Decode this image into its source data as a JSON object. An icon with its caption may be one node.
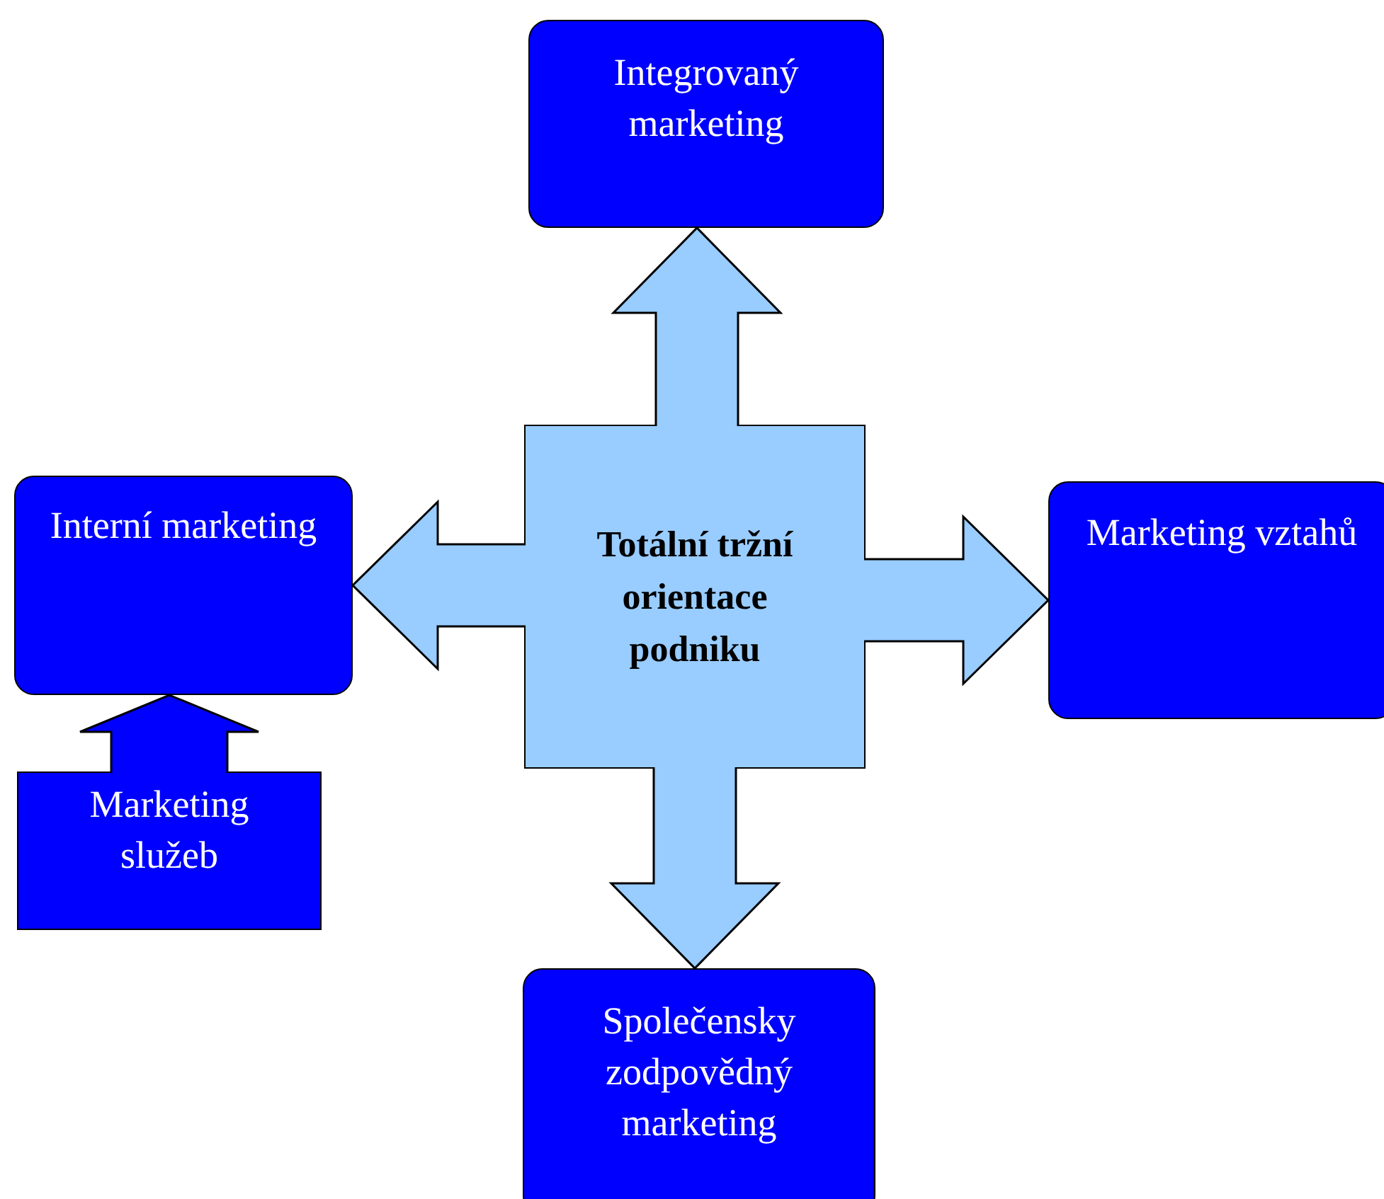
{
  "diagram": {
    "nodes": [
      {
        "text": [
          "Integrovaný marketing"
        ]
      },
      {
        "text": [
          "Interní marketing"
        ]
      },
      {
        "text": [
          "Totální tržní orientace podniku"
        ]
      },
      {
        "text": [
          "Marketing vztahů"
        ]
      },
      {
        "text": [
          "Marketing služeb"
        ]
      },
      {
        "text": [
          "Společensky zodpovědný marketing"
        ]
      }
    ],
    "edges": [
      {
        "from": 2,
        "to": 0,
        "arrow": "to"
      },
      {
        "from": 2,
        "to": 1,
        "arrow": "to"
      },
      {
        "from": 2,
        "to": 3,
        "arrow": "to"
      },
      {
        "from": 2,
        "to": 5,
        "arrow": "to"
      },
      {
        "from": 4,
        "to": 1,
        "arrow": "to",
        "color": "#0000ff"
      }
    ]
  }
}
